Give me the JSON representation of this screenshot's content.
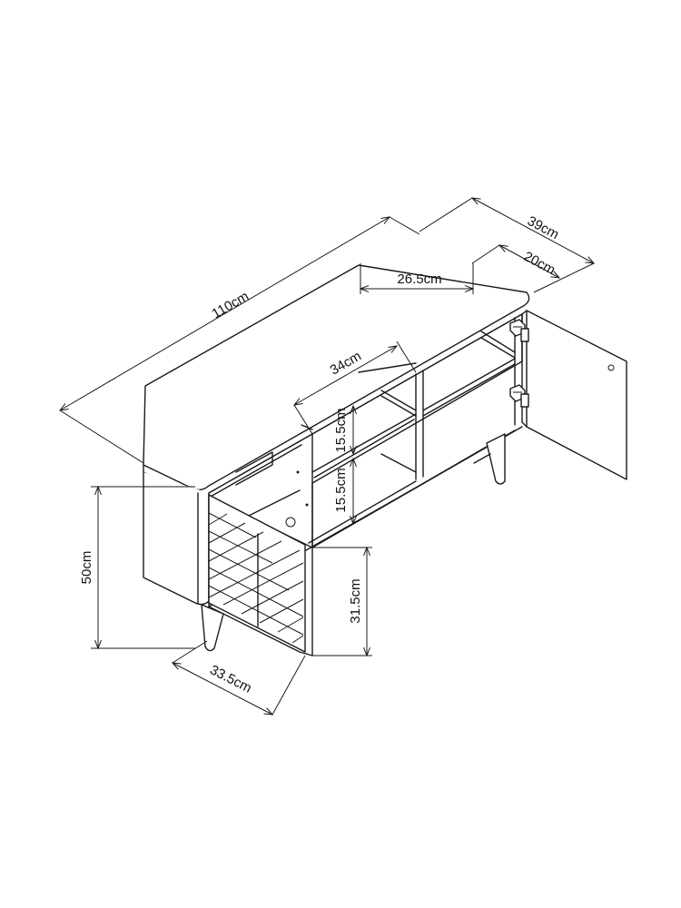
{
  "dimensions": {
    "total_width": "110cm",
    "depth": "39cm",
    "inner_depth": "20cm",
    "top_opening": "26.5cm",
    "shelf_width": "34cm",
    "shelf_height_upper": "15.5cm",
    "shelf_height_lower": "15.5cm",
    "total_height": "50cm",
    "cabinet_height": "31.5cm",
    "door_width": "33.5cm"
  },
  "icons": {
    "hinge": "hinge-icon",
    "leg": "leg-icon"
  }
}
